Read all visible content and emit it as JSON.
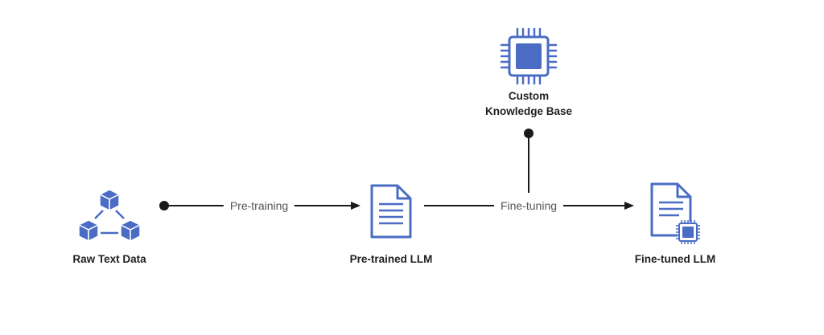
{
  "colors": {
    "accent": "#4a6cc4",
    "line": "#1a1a1a",
    "text": "#1f1f1f",
    "muted": "#555555"
  },
  "nodes": {
    "raw": {
      "label": "Raw Text Data",
      "icon": "cubes-network-icon"
    },
    "pretrained": {
      "label": "Pre-trained LLM",
      "icon": "document-icon"
    },
    "finetuned": {
      "label": "Fine-tuned LLM",
      "icon": "document-chip-icon"
    },
    "kb": {
      "line1": "Custom",
      "line2": "Knowledge Base",
      "icon": "chip-icon"
    }
  },
  "edges": {
    "pretraining": "Pre-training",
    "finetuning": "Fine-tuning"
  }
}
